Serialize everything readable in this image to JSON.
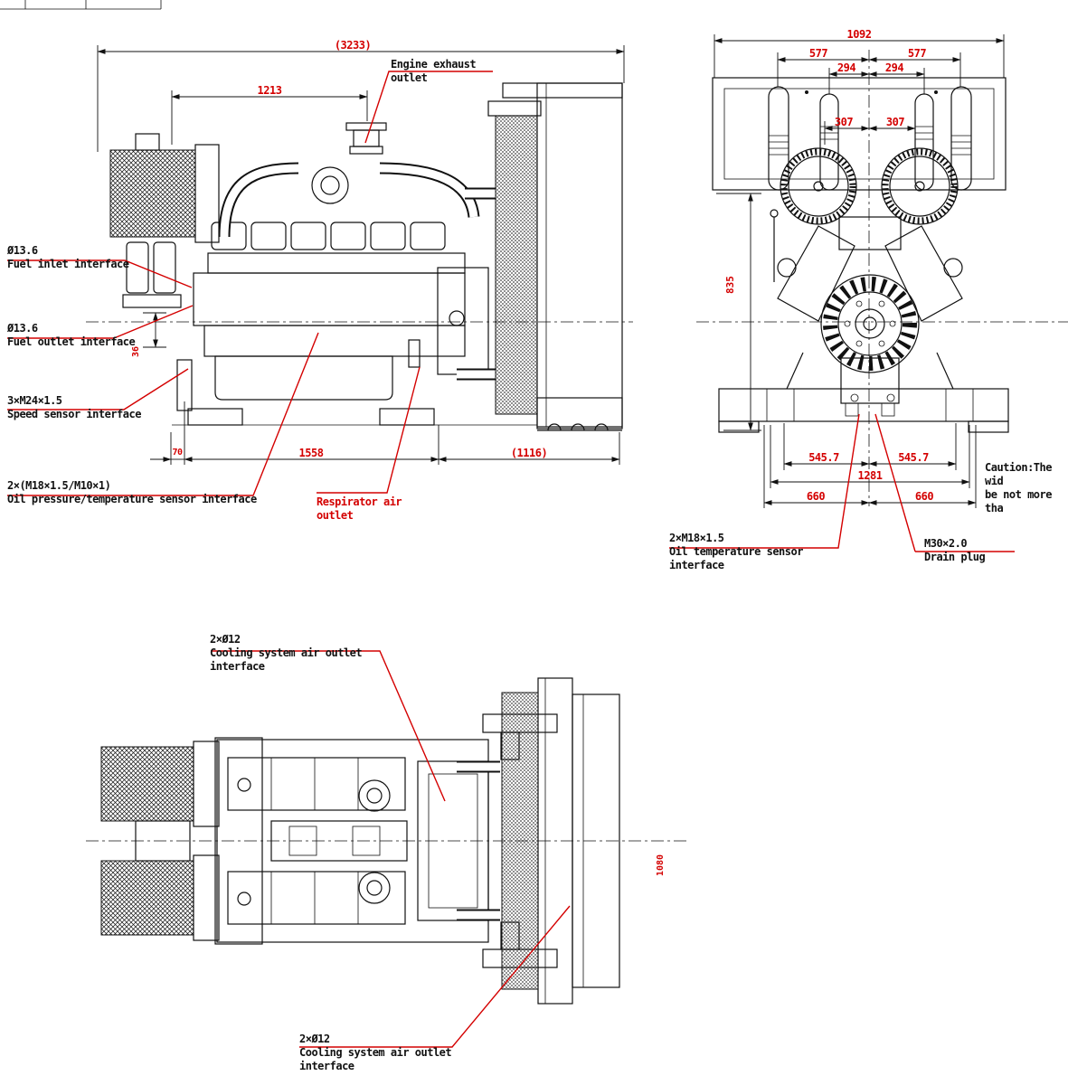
{
  "drawing": {
    "side_view": {
      "dim_overall_length": "(3233)",
      "dim_exhaust_position": "1213",
      "dim_foot_offset": "70",
      "dim_mid_length": "1558",
      "dim_radiator_length": "(1116)",
      "dim_fuel_outlet_offset": "36",
      "label_engine_exhaust": "Engine exhaust\noutlet",
      "label_fuel_inlet": "Ø13.6\nFuel inlet interface",
      "label_fuel_outlet": "Ø13.6\nFuel outlet interface",
      "label_speed_sensor": "3×M24×1.5\nSpeed sensor interface",
      "label_oil_pressure": "2×(M18×1.5/M10×1)\nOil pressure/temperature sensor interface",
      "label_respirator": "Respirator air\noutlet"
    },
    "front_view": {
      "dim_overall_width": "1092",
      "dim_exhaust_left": "577",
      "dim_exhaust_right": "577",
      "dim_inner_left": "294",
      "dim_inner_right": "294",
      "dim_pipe_left": "307",
      "dim_pipe_right": "307",
      "dim_height": "835",
      "dim_foot_left": "545.7",
      "dim_foot_right": "545.7",
      "dim_base_width": "1281",
      "dim_outer_left": "660",
      "dim_outer_right": "660",
      "label_oil_temp": "2×M18×1.5\nOil temperature sensor\ninterface",
      "label_drain": "M30×2.0\nDrain plug",
      "caution_note": "Caution:The wid\nbe not more tha"
    },
    "top_view": {
      "label_cooling_upper": "2×Ø12\nCooling system air outlet\ninterface",
      "label_cooling_lower": "2×Ø12\nCooling system air outlet\ninterface",
      "dim_height": "1080"
    },
    "colors": {
      "annotation_red": "#d40000",
      "line_black": "#111111"
    }
  }
}
